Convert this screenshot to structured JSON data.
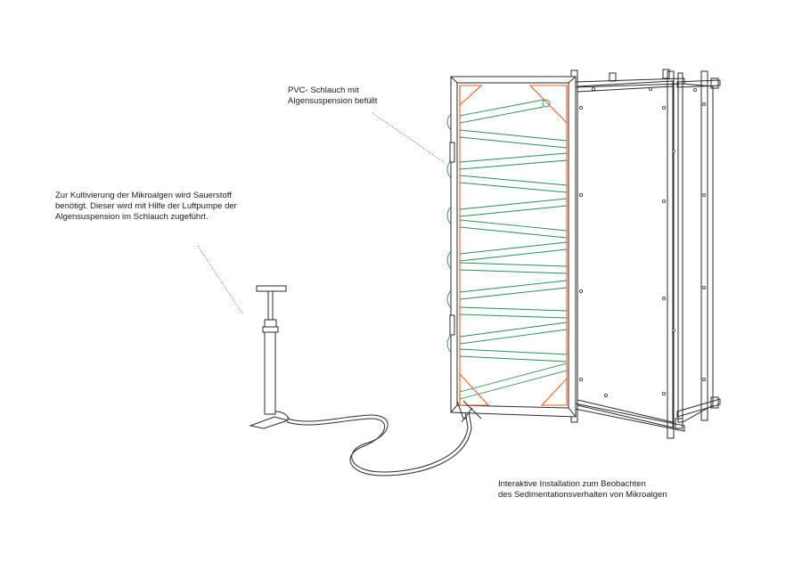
{
  "annotations": {
    "tube": [
      "PVC- Schlauch mit",
      "Algensuspension befüllt"
    ],
    "oxygen": [
      "Zur Kultivierung der Mikroalgen wird Sauerstoff",
      "benötigt. Dieser wird mit Hilfe der Luftpumpe der",
      "Algensuspension im Schlauch zugeführt."
    ],
    "installation": [
      "Interaktive Installation zum Beobachten",
      "des Sedimentationsverhalten von Mikroalgen"
    ]
  },
  "colors": {
    "line": "#2a2a2a",
    "tube": "#2e8a57",
    "brace": "#e8632b"
  }
}
